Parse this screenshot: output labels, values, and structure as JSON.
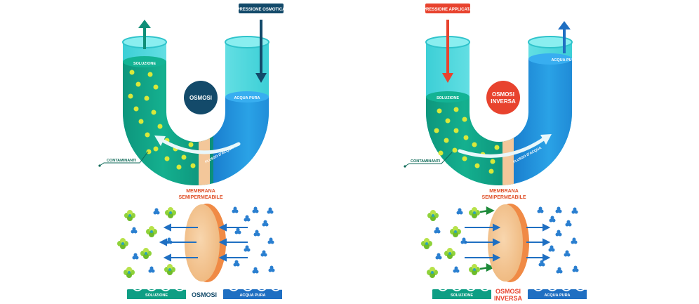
{
  "left_panel": {
    "title": "OSMOSI",
    "pressure_label": "PRESSIONE OSMOTICA",
    "solution_label": "SOLUZIONE",
    "pure_water_label": "ACQUA PURA",
    "flow_label": "FLUSSO D'ACQUA",
    "contaminants_label": "CONTAMINANTI",
    "membrane_label_1": "MEMBRANA",
    "membrane_label_2": "SEMIPERMEABILE",
    "bottom_solution_label": "SOLUZIONE",
    "bottom_title": "OSMOSI",
    "bottom_pure_water_label": "ACQUA PURA"
  },
  "right_panel": {
    "title_1": "OSMOSI",
    "title_2": "INVERSA",
    "pressure_label": "PRESSIONE APPLICATA",
    "solution_label": "SOLUZIONE",
    "pure_water_label": "ACQUA PURA",
    "flow_label": "FLUSSO D'ACQUA",
    "contaminants_label": "CONTAMINANTI",
    "membrane_label_1": "MEMBRANA",
    "membrane_label_2": "SEMIPERMEABILE",
    "bottom_solution_label": "SOLUZIONE",
    "bottom_title_1": "OSMOSI",
    "bottom_title_2": "INVERSA",
    "bottom_pure_water_label": "ACQUA PURA"
  },
  "colors": {
    "solution_green": "#0e9e84",
    "tube_cyan": "#4fd8de",
    "pure_blue": "#1f8ed8",
    "osmosi_navy": "#134a6a",
    "reverse_red": "#e8432e",
    "membrane_sand": "#f3c79a",
    "particle_yellow": "#d9e83a",
    "label_orange": "#e0522b"
  }
}
